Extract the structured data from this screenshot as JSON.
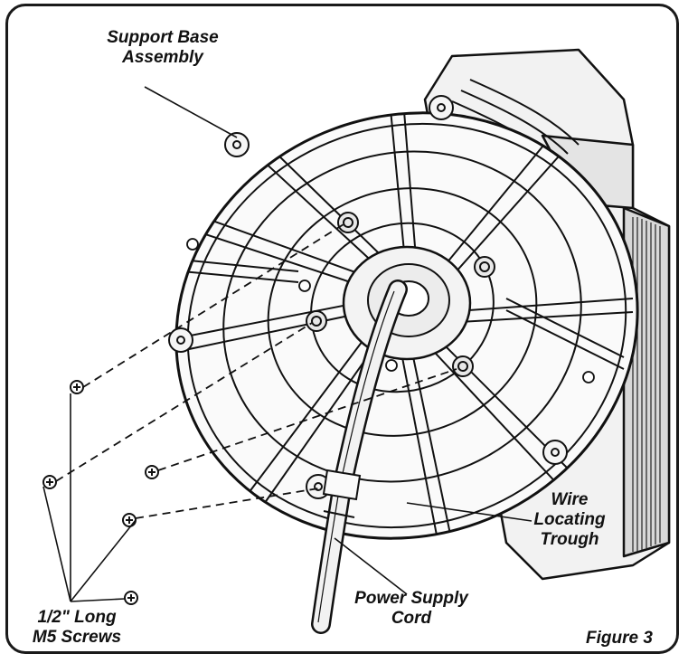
{
  "labels": {
    "support_base_line1": "Support Base",
    "support_base_line2": "Assembly",
    "wire_trough_line1": "Wire",
    "wire_trough_line2": "Locating",
    "wire_trough_line3": "Trough",
    "screws_line1": "1/2\" Long",
    "screws_line2": "M5 Screws",
    "cord_line1": "Power Supply",
    "cord_line2": "Cord",
    "figure": "Figure 3"
  }
}
